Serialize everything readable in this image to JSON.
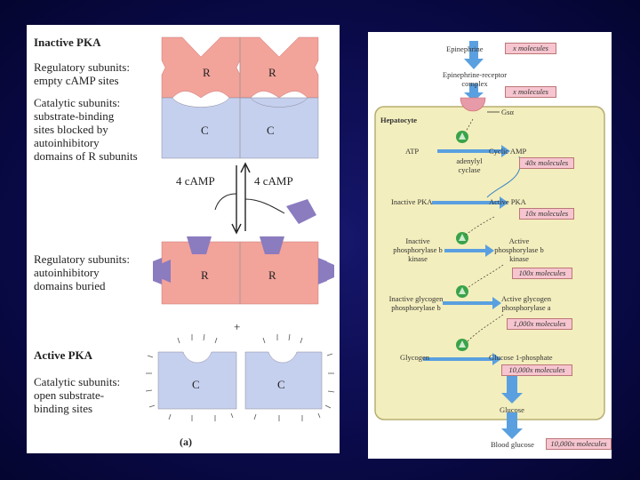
{
  "left": {
    "inactive_title": "Inactive PKA",
    "reg_empty": [
      "Regulatory subunits:",
      "empty cAMP sites"
    ],
    "cat_blocked": [
      "Catalytic subunits:",
      "substrate-binding",
      "sites blocked by",
      "autoinhibitory",
      "domains of R subunits"
    ],
    "camp_left": "4 cAMP",
    "camp_right": "4 cAMP",
    "reg_buried": [
      "Regulatory subunits:",
      "autoinhibitory",
      "domains buried"
    ],
    "plus": "+",
    "active_title": "Active PKA",
    "cat_open": [
      "Catalytic subunits:",
      "open substrate-",
      "binding sites"
    ],
    "R": "R",
    "C": "C",
    "caption": "(a)"
  },
  "right": {
    "epinephrine": "Epinephrine",
    "x_molecules": "x molecules",
    "receptor_complex": [
      "Epinephrine-receptor",
      "complex"
    ],
    "x_molecules2": "x molecules",
    "gsa": "Gsα",
    "hepatocyte": "Hepatocyte",
    "atp": "ATP",
    "cyclic_amp": "Cyclic AMP",
    "adenylyl": [
      "adenylyl",
      "cyclase"
    ],
    "m40": "40x molecules",
    "inactive_pka": "Inactive PKA",
    "active_pka": "Active PKA",
    "m10": "10x molecules",
    "inactive_kinase": [
      "Inactive",
      "phosphorylase b",
      "kinase"
    ],
    "active_kinase": [
      "Active",
      "phosphorylase b",
      "kinase"
    ],
    "m100": "100x molecules",
    "inactive_gp": [
      "Inactive glycogen",
      "phosphorylase b"
    ],
    "active_gp": [
      "Active glycogen",
      "phosphorylase a"
    ],
    "m1000": "1,000x molecules",
    "glycogen": "Glycogen",
    "g1p": "Glucose 1-phosphate",
    "m10000": "10,000x molecules",
    "glucose": "Glucose",
    "blood_glucose": "Blood glucose",
    "m10000b": "10,000x molecules"
  },
  "colors": {
    "background": "#0b0b55",
    "regulatory": "#f2a39a",
    "catalytic": "#c5d0ee",
    "camp": "#8b7bbf",
    "cell": "#f3eebd",
    "arrow": "#5aa0e0",
    "pink_box": "#f6c5cf",
    "enzyme": "#3aa34a"
  }
}
